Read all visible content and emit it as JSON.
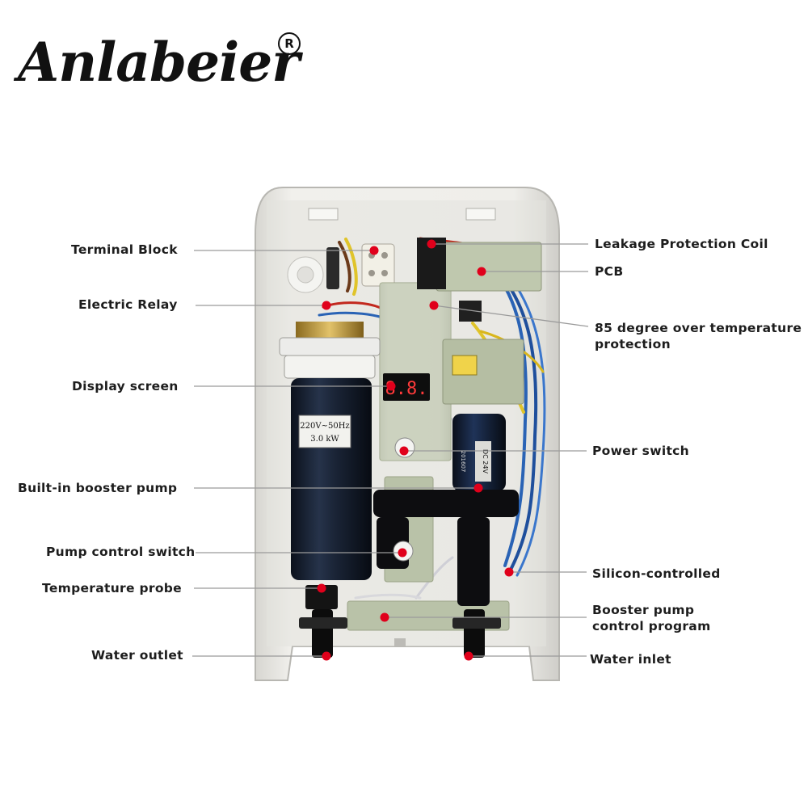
{
  "brand": {
    "name": "Anlabeier",
    "registered_mark": "R"
  },
  "unit_markings": {
    "heater_line1": "220V~50Hz",
    "heater_line2": "3.0 kW",
    "display_digits": "8.8.",
    "pump_label": "DC 24V",
    "pump_code": "201607"
  },
  "labels_left": [
    {
      "id": "terminal-block",
      "text": "Terminal Block"
    },
    {
      "id": "electric-relay",
      "text": "Electric Relay"
    },
    {
      "id": "display-screen",
      "text": "Display screen"
    },
    {
      "id": "booster-pump",
      "text": "Built-in booster pump"
    },
    {
      "id": "pump-control-switch",
      "text": "Pump control switch"
    },
    {
      "id": "temperature-probe",
      "text": "Temperature probe"
    },
    {
      "id": "water-outlet",
      "text": "Water outlet"
    }
  ],
  "labels_right": [
    {
      "id": "leakage-coil",
      "text": "Leakage Protection Coil"
    },
    {
      "id": "pcb",
      "text": "PCB"
    },
    {
      "id": "over-temp",
      "line1": "85 degree over temperature",
      "line2": "protection"
    },
    {
      "id": "power-switch",
      "text": "Power switch"
    },
    {
      "id": "silicon-controlled",
      "text": "Silicon-controlled"
    },
    {
      "id": "booster-program",
      "line1": "Booster pump",
      "line2": "control program"
    },
    {
      "id": "water-inlet",
      "text": "Water inlet"
    }
  ],
  "colors": {
    "marker": "#e0001b",
    "leader": "#9a9a9a",
    "housing": "#e9e8e4",
    "heater": "#141c2a",
    "board": "#b9c2a8"
  }
}
